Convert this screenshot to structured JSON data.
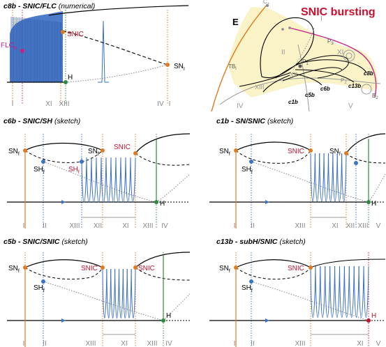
{
  "panels": {
    "c8b": {
      "title": "c8b - SNIC/FLC",
      "subtitle": "(numerical)",
      "labels": {
        "flc": "FLC",
        "flc_sub": "B",
        "snic": "SNIC",
        "h": "H",
        "sn": "SN",
        "sn_sub": "I"
      },
      "regions": [
        "I",
        "XI",
        "XIII",
        "IV",
        "I"
      ]
    },
    "e": {
      "letter": "E",
      "heading": "SNIC bursting",
      "regions": [
        "I",
        "II",
        "XI",
        "XII",
        "XIII",
        "IV",
        "V"
      ],
      "points": [
        "C",
        "P",
        "P",
        "B",
        "TB",
        "P"
      ],
      "point_subs": [
        "+",
        "3",
        "1",
        "2",
        "l",
        "2"
      ],
      "curves": [
        "c8b",
        "c13b",
        "c6b",
        "c5b",
        "c1b"
      ]
    },
    "c6b": {
      "title": "c6b - SNIC/SH",
      "subtitle": "(sketch)",
      "labels": {
        "snf1": "SN",
        "snf1_sub": "f",
        "shf1": "SH",
        "shf1_sub": "f",
        "snf2": "SN",
        "snf2_sub": "f",
        "shf2": "SH",
        "shf2_sub": "f",
        "snic": "SNIC",
        "h": "H"
      },
      "regions": [
        "I",
        "II",
        "XIII",
        "XII",
        "XI",
        "XIII",
        "IV"
      ]
    },
    "c1b": {
      "title": "c1b - SN/SNIC",
      "subtitle": "(sketch)",
      "labels": {
        "snf1": "SN",
        "snf1_sub": "f",
        "shf": "SH",
        "shf_sub": "f",
        "snic": "SNIC",
        "snf2": "SN",
        "snf2_sub": "f",
        "h": "H"
      },
      "regions": [
        "I",
        "II",
        "XIII",
        "XI",
        "XII",
        "XIII",
        "V"
      ]
    },
    "c5b": {
      "title": "c5b - SNIC/SNIC",
      "subtitle": "(sketch)",
      "labels": {
        "snf": "SN",
        "snf_sub": "f",
        "shf": "SH",
        "shf_sub": "f",
        "snic1": "SNIC",
        "snic2": "SNIC",
        "h": "H"
      },
      "regions": [
        "I",
        "II",
        "XIII",
        "XI",
        "XIII",
        "IV"
      ]
    },
    "c13b": {
      "title": "c13b - subH/SNIC",
      "subtitle": "(sketch)",
      "labels": {
        "snf": "SN",
        "snf_sub": "f",
        "shf": "SH",
        "shf_sub": "f",
        "snic": "SNIC",
        "h": "H"
      },
      "regions": [
        "I",
        "II",
        "XIII",
        "XI",
        "V"
      ]
    }
  },
  "colors": {
    "spike": "#3a6fc4",
    "snic_red": "#c8102e",
    "orange": "#e07b20",
    "green": "#2e8b3c",
    "blue_dot": "#3b73c8",
    "magenta": "#c8208a",
    "gray": "#888888",
    "region_fill": "#faf3c8",
    "olive": "#9aa83c"
  }
}
